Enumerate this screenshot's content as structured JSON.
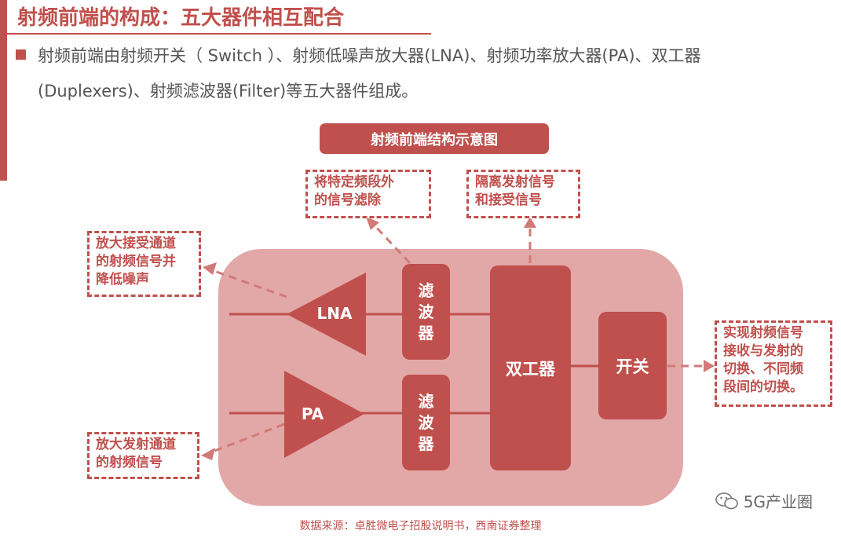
{
  "title": "射频前端的构成：五大器件相互配合",
  "intro": {
    "line1": "射频前端由射频开关（ Switch ）、射频低噪声放大器(LNA)、射频功率放大器(PA)、双工器",
    "line2": "(Duplexers)、射频滤波器(Filter)等五大器件组成。"
  },
  "diagram": {
    "title": "射频前端结构示意图",
    "blocks": {
      "lna": "LNA",
      "pa": "PA",
      "filter_top": [
        "滤",
        "波",
        "器"
      ],
      "filter_bottom": [
        "滤",
        "波",
        "器"
      ],
      "duplexer": "双工器",
      "switch": "开关"
    },
    "notes": {
      "filter": [
        "将特定频段外",
        "的信号滤除"
      ],
      "duplexer": [
        "隔离发射信号",
        "和接受信号"
      ],
      "lna": [
        "放大接受通道",
        "的射频信号并",
        "降低噪声"
      ],
      "pa": [
        "放大发射通道",
        "的射频信号"
      ],
      "switch": [
        "实现射频信号",
        "接收与发射的",
        "切换、不同频",
        "段间的切换。"
      ]
    }
  },
  "source": "数据来源：卓胜微电子招股说明书，西南证券整理",
  "watermark": "5G产业圈",
  "colors": {
    "accent": "#c0504d",
    "panel": "#e2a8a7"
  }
}
